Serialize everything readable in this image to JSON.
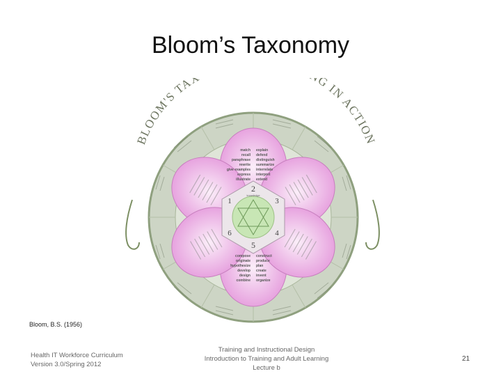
{
  "slide": {
    "title": "Bloom’s Taxonomy"
  },
  "diagram": {
    "arc_title": "BLOOM'S TAXONOMY - LEARNING IN ACTION",
    "center_label": "knowledge",
    "colors": {
      "wheel": "#cdd5c5",
      "ring": "#8fa07f",
      "petal": "#e9a6e2",
      "petal_light": "#f7e3f4",
      "center": "#c8e6b5"
    },
    "levels": [
      "1",
      "2",
      "3",
      "4",
      "5",
      "6"
    ],
    "top_words_left": [
      "match",
      "recall",
      "paraphrase",
      "rewrite",
      "give examples",
      "express",
      "illustrate"
    ],
    "top_words_right": [
      "explain",
      "defend",
      "distinguish",
      "summarize",
      "interrelate",
      "interpret",
      "extend"
    ],
    "bottom_words_left": [
      "compose",
      "originate",
      "hypothesize",
      "develop",
      "design",
      "combine"
    ],
    "bottom_words_right": [
      "construct",
      "produce",
      "plan",
      "create",
      "invent",
      "organize"
    ]
  },
  "citation": "Bloom, B.S. (1956)",
  "footer": {
    "left_line1": "Health IT Workforce Curriculum",
    "left_line2": "Version 3.0/Spring 2012",
    "center_line1": "Training and Instructional Design",
    "center_line2": "Introduction to Training and Adult Learning",
    "center_line3": "Lecture b",
    "page_number": "21"
  }
}
